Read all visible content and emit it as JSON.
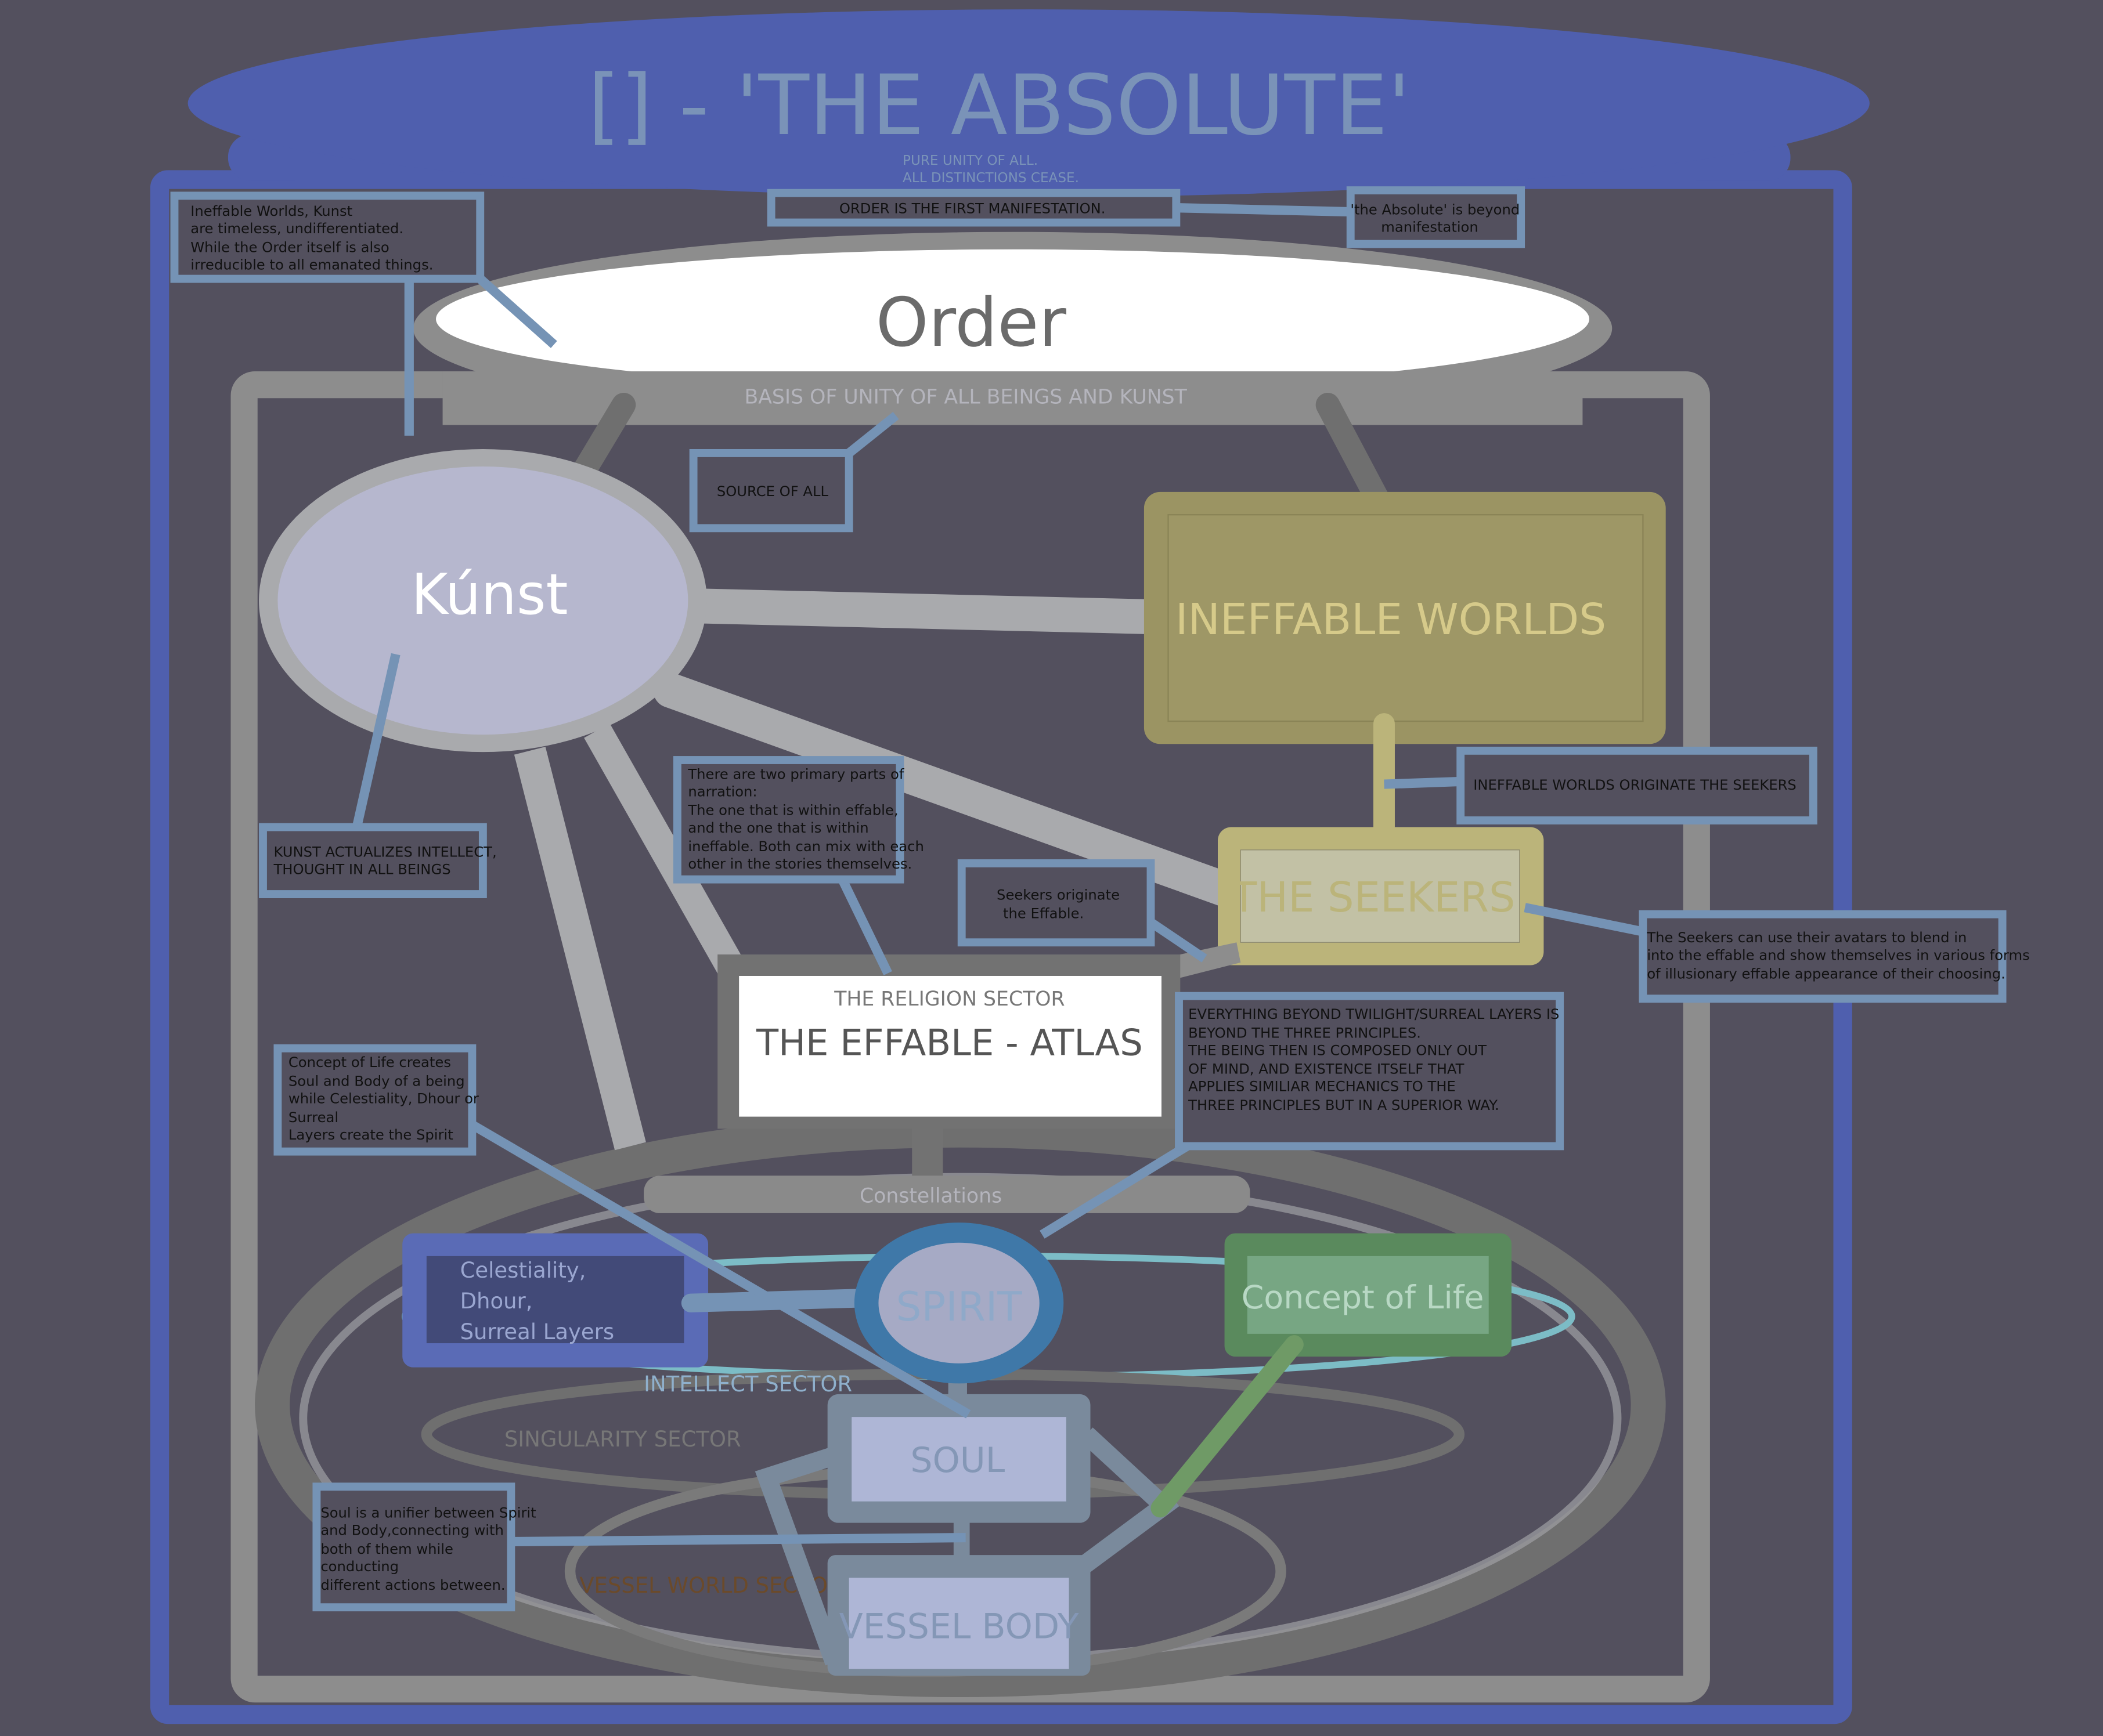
{
  "colors": {
    "background": "#53505e",
    "absolute_blue": "#4f5fae",
    "callout_border": "#7593b5",
    "frame_gray": "#8d8d8d",
    "kunst": "#b6b7ce",
    "ineffable": "#9b9463",
    "seekers": "#bbb47a",
    "spirit": "#3f78a8",
    "concept_of_life": "#5a8a5d",
    "intellect_ring": "#7cbcc6"
  },
  "header": {
    "title": "[] - 'THE ABSOLUTE'",
    "subtitle": [
      "PURE UNITY OF ALL.",
      "ALL DISTINCTIONS CEASE."
    ]
  },
  "order": {
    "label": "Order",
    "basis": "BASIS OF UNITY OF ALL BEINGS AND KUNST"
  },
  "nodes": {
    "kunst": "Kúnst",
    "ineffable_worlds": "INEFFABLE WORLDS",
    "seekers": "THE SEEKERS",
    "religion_sector": "THE RELIGION SECTOR",
    "effable_atlas": "THE EFFABLE - ATLAS",
    "constellations": "Constellations",
    "celestiality": [
      "Celestiality,",
      "Dhour,",
      "Surreal Layers"
    ],
    "spirit": "SPIRIT",
    "concept_of_life": "Concept of Life",
    "intellect_sector": "INTELLECT SECTOR",
    "singularity_sector": "SINGULARITY SECTOR",
    "soul": "SOUL",
    "vessel_world_sector": "VESSEL WORLD SECTOR",
    "vessel_body": "VESSEL BODY"
  },
  "callouts": {
    "timeless": [
      "Ineffable Worlds, Kunst",
      "are timeless, undifferentiated.",
      "While the Order itself is also",
      "irreducible to all emanated things."
    ],
    "order_first": "ORDER IS THE FIRST MANIFESTATION.",
    "absolute_beyond": [
      "'the Absolute' is beyond",
      "manifestation"
    ],
    "source_of_all": "SOURCE OF ALL",
    "kunst_actualizes": [
      "KUNST ACTUALIZES INTELLECT,",
      "THOUGHT IN ALL BEINGS"
    ],
    "narration": [
      "There are two primary parts of",
      "narration:",
      "The one that is within effable,",
      "and the one that is within",
      "ineffable. Both can mix with each",
      "other in the stories themselves."
    ],
    "seekers_originate": [
      "Seekers originate",
      " the Effable."
    ],
    "ineffable_originate": "INEFFABLE WORLDS ORIGINATE THE SEEKERS",
    "seekers_avatars": [
      "The Seekers can use their avatars to blend in",
      " into the effable and show themselves in various forms",
      " of illusionary effable appearance of their choosing."
    ],
    "beyond_twilight": [
      "EVERYTHING BEYOND TWILIGHT/SURREAL LAYERS IS",
      "BEYOND THE THREE PRINCIPLES.",
      "THE BEING THEN IS COMPOSED ONLY OUT",
      " OF MIND, AND EXISTENCE ITSELF THAT",
      " APPLIES SIMILIAR MECHANICS TO THE",
      "THREE PRINCIPLES BUT IN A SUPERIOR WAY."
    ],
    "concept_creates": [
      "Concept of Life creates",
      "Soul and Body of a being",
      "while Celestiality, Dhour or",
      "Surreal",
      "Layers create the Spirit"
    ],
    "soul_unifier": [
      "Soul is a unifier between Spirit",
      "and Body,connecting with",
      "both of them while",
      "conducting",
      "different actions between."
    ]
  }
}
